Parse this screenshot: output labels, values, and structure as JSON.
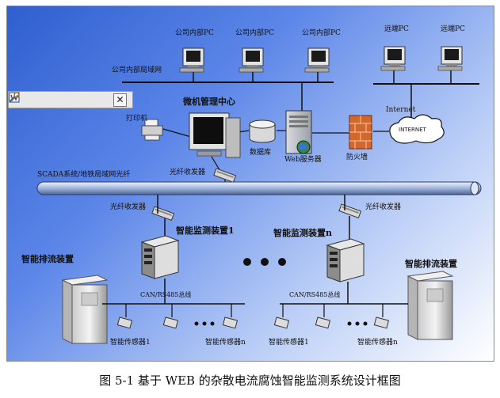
{
  "diagram": {
    "labels": {
      "company_lan": "公司内部局域网",
      "company_pc_1": "公司内部PC",
      "company_pc_2": "公司内部PC",
      "company_pc_3": "公司内部PC",
      "remote_pc_1": "远端PC",
      "remote_pc_2": "远端PC",
      "internet": "Internet",
      "internet_cloud": "INTERNET",
      "mgmt_center": "微机管理中心",
      "printer": "打印机",
      "database": "数据库",
      "web_server": "Web服务器",
      "firewall": "防火墙",
      "fiber_transceiver_top": "光纤收发器",
      "scada_bus": "SCADA系统/地铁局域网光纤",
      "fiber_transceiver_left": "光纤收发器",
      "fiber_transceiver_right": "光纤收发器",
      "monitor_device_1": "智能监测装置1",
      "monitor_device_n": "智能监测装置n",
      "drain_device_left": "智能排流装置",
      "drain_device_right": "智能排流装置",
      "can_bus_left": "CAN/RS485总线",
      "can_bus_right": "CAN/RS485总线",
      "sensor_left_1": "智能传感器1",
      "sensor_left_n": "智能传感器n",
      "sensor_right_1": "智能传感器1",
      "sensor_right_n": "智能传感器n"
    },
    "caption": "图 5-1 基于 WEB 的杂散电流腐蚀智能监测系统设计框图"
  },
  "toolbar": {
    "icons": [
      "save-icon",
      "copy-icon",
      "print-icon",
      "preview-icon",
      "word-icon",
      "tools-icon",
      "close-icon"
    ]
  }
}
